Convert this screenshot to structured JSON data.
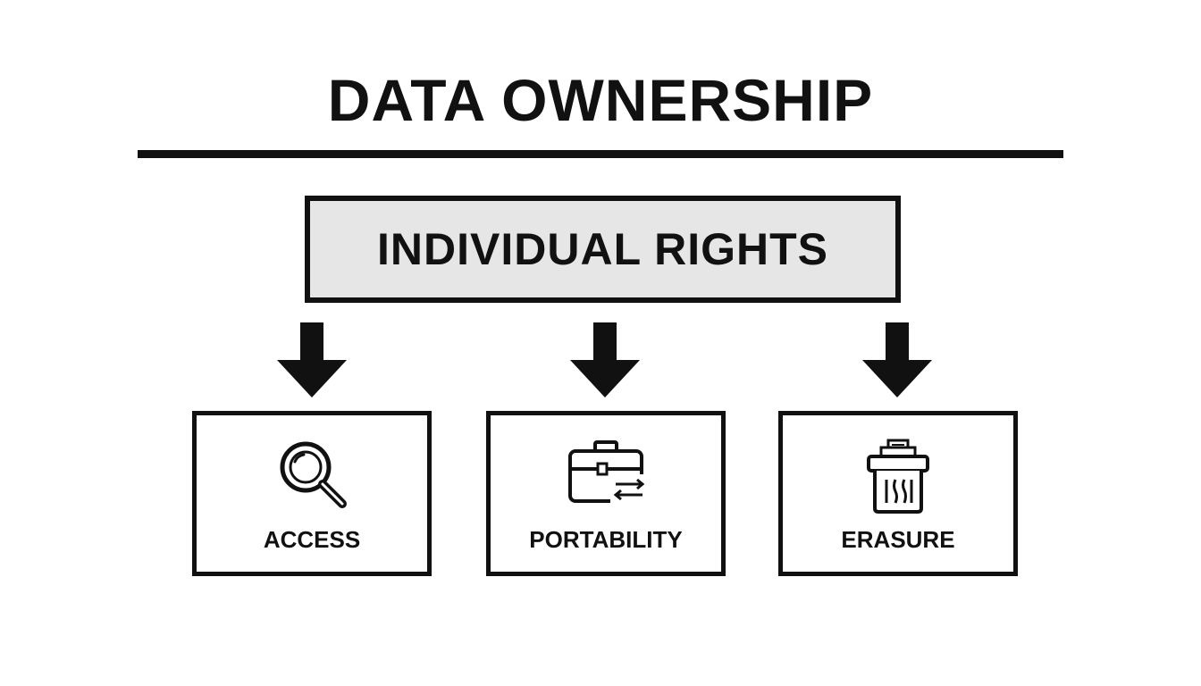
{
  "title": "DATA OWNERSHIP",
  "parent": {
    "label": "INDIVIDUAL RIGHTS"
  },
  "children": [
    {
      "label": "ACCESS",
      "icon": "magnifying-glass-icon"
    },
    {
      "label": "PORTABILITY",
      "icon": "briefcase-transfer-icon"
    },
    {
      "label": "ERASURE",
      "icon": "shredder-icon"
    }
  ],
  "colors": {
    "ink": "#111111",
    "parent_fill": "#e6e6e6",
    "background": "#ffffff"
  }
}
